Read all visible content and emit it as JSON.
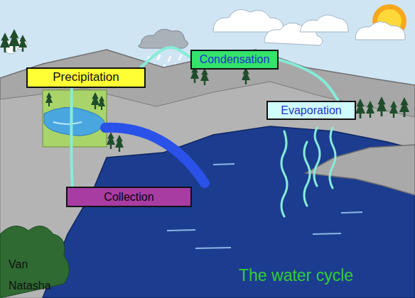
{
  "diagram": {
    "title": "The water cycle",
    "nodes": [
      {
        "text": [
          "Precipitation"
        ]
      },
      {
        "text": [
          "Condensation"
        ]
      },
      {
        "text": [
          "Evaporation"
        ]
      },
      {
        "text": [
          "Collection"
        ]
      }
    ],
    "edges": [
      {
        "from": 2,
        "to": 1,
        "arrow": "none"
      },
      {
        "from": 1,
        "to": 0,
        "arrow": "none"
      },
      {
        "from": 0,
        "to": 3,
        "arrow": "none"
      }
    ],
    "labels": [
      "Van",
      "Natasha"
    ]
  }
}
